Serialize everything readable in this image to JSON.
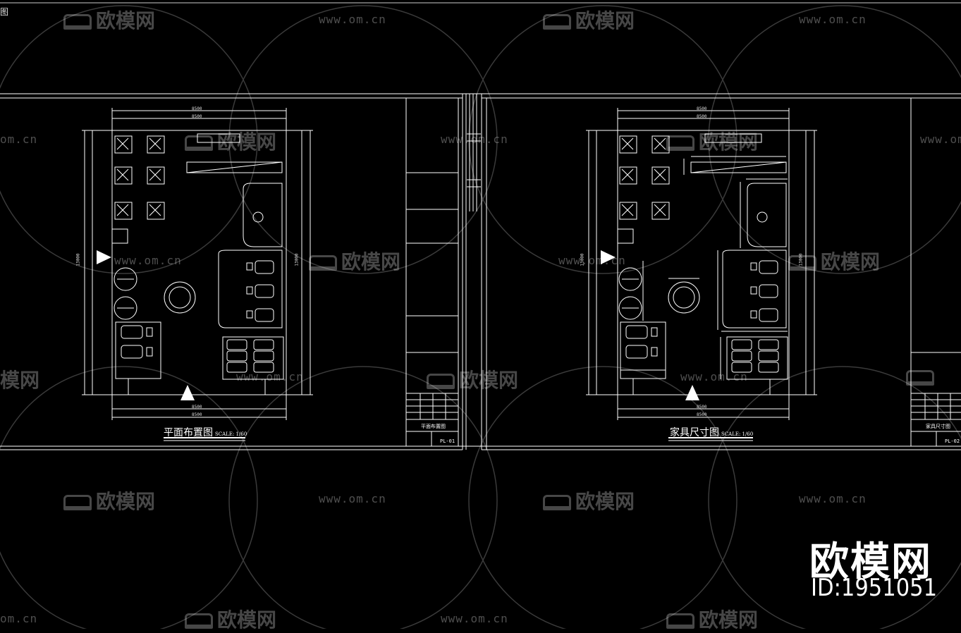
{
  "corner_label": "图",
  "watermark": {
    "url": "www.om.cn",
    "url_short": "om.cn",
    "brand": "欧模网",
    "brand_cut": "模网"
  },
  "brand": {
    "name": "欧模网",
    "id": "ID:1951051"
  },
  "plans": [
    {
      "title": "平面布置图",
      "scale": "SCALE: 1/60",
      "dim_top_outer": "8500",
      "dim_top_inner": "8500",
      "dim_bottom_inner": "8500",
      "dim_bottom_outer": "8500",
      "dim_side": "13000",
      "sheet_name": "平面布置图",
      "sheet_no": "PL-01"
    },
    {
      "title": "家具尺寸图",
      "scale": "SCALE: 1/60",
      "dim_top_outer": "8500",
      "dim_top_inner": "8500",
      "dim_bottom_inner": "8500",
      "dim_bottom_outer": "8500",
      "dim_side": "13000",
      "sheet_name": "家具尺寸图",
      "sheet_no": "PL-02"
    }
  ],
  "colors": {
    "background": "#000000",
    "lines": "#ffffff",
    "watermark": "#555555"
  }
}
